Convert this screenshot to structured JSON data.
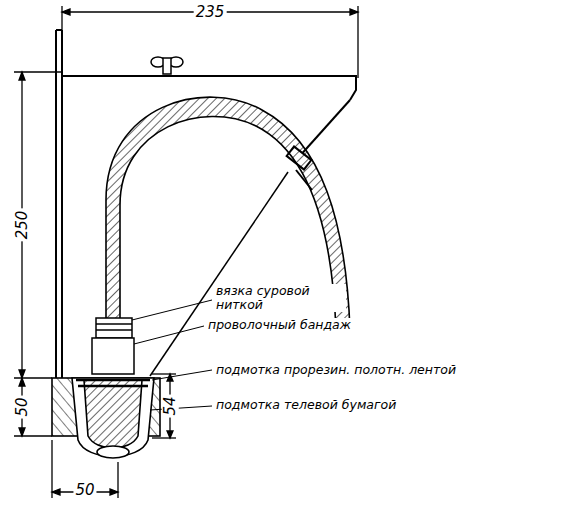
{
  "diagram": {
    "labels": [
      "235",
      "250",
      "вязка суровой ниткой",
      "проволочный бандаж",
      "подмотка прорезин. полотн. лентой",
      "50",
      "54",
      "подмотка телевой бумагой",
      "50"
    ]
  }
}
